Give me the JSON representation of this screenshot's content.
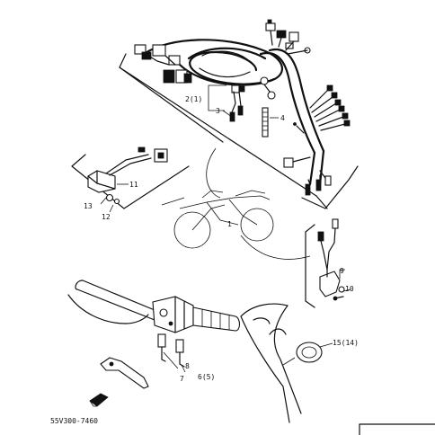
{
  "diagram_code": "55V300-7460",
  "callouts": [
    {
      "id": "c1",
      "text": "1"
    },
    {
      "id": "c2",
      "text": "2(1)"
    },
    {
      "id": "c3",
      "text": "3"
    },
    {
      "id": "c4",
      "text": "4"
    },
    {
      "id": "c6",
      "text": "6(5)"
    },
    {
      "id": "c7",
      "text": "7"
    },
    {
      "id": "c8",
      "text": "8"
    },
    {
      "id": "c9",
      "text": "9"
    },
    {
      "id": "c10",
      "text": "10"
    },
    {
      "id": "c11",
      "text": "11"
    },
    {
      "id": "c12",
      "text": "12"
    },
    {
      "id": "c13",
      "text": "13"
    },
    {
      "id": "c15",
      "text": "15(14)"
    }
  ]
}
